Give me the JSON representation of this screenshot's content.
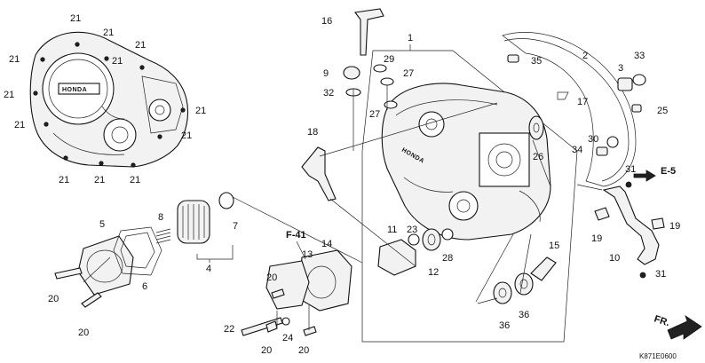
{
  "callouts": [
    {
      "n": "21"
    },
    {
      "n": "21"
    },
    {
      "n": "21"
    },
    {
      "n": "21"
    },
    {
      "n": "21"
    },
    {
      "n": "21"
    },
    {
      "n": "21"
    },
    {
      "n": "21"
    },
    {
      "n": "21"
    },
    {
      "n": "21"
    },
    {
      "n": "21"
    },
    {
      "n": "21"
    },
    {
      "n": "16"
    },
    {
      "n": "1"
    },
    {
      "n": "2"
    },
    {
      "n": "29"
    },
    {
      "n": "9"
    },
    {
      "n": "27"
    },
    {
      "n": "32"
    },
    {
      "n": "35"
    },
    {
      "n": "33"
    },
    {
      "n": "3"
    },
    {
      "n": "17"
    },
    {
      "n": "27"
    },
    {
      "n": "25"
    },
    {
      "n": "18"
    },
    {
      "n": "26"
    },
    {
      "n": "30"
    },
    {
      "n": "34"
    },
    {
      "n": "31"
    },
    {
      "n": "8"
    },
    {
      "n": "7"
    },
    {
      "n": "5"
    },
    {
      "n": "4"
    },
    {
      "n": "6"
    },
    {
      "n": "20"
    },
    {
      "n": "20"
    },
    {
      "n": "14"
    },
    {
      "n": "13"
    },
    {
      "n": "11"
    },
    {
      "n": "23"
    },
    {
      "n": "12"
    },
    {
      "n": "28"
    },
    {
      "n": "15"
    },
    {
      "n": "19"
    },
    {
      "n": "19"
    },
    {
      "n": "10"
    },
    {
      "n": "31"
    },
    {
      "n": "20"
    },
    {
      "n": "22"
    },
    {
      "n": "20"
    },
    {
      "n": "24"
    },
    {
      "n": "20"
    },
    {
      "n": "36"
    },
    {
      "n": "36"
    }
  ],
  "refs": [
    {
      "text": "F-41"
    },
    {
      "text": "E-5"
    }
  ],
  "brand_marks": [
    {
      "text": "HONDA"
    },
    {
      "text": "HONDA"
    }
  ],
  "direction_label": "FR.",
  "diagram_code": "K871E0600"
}
